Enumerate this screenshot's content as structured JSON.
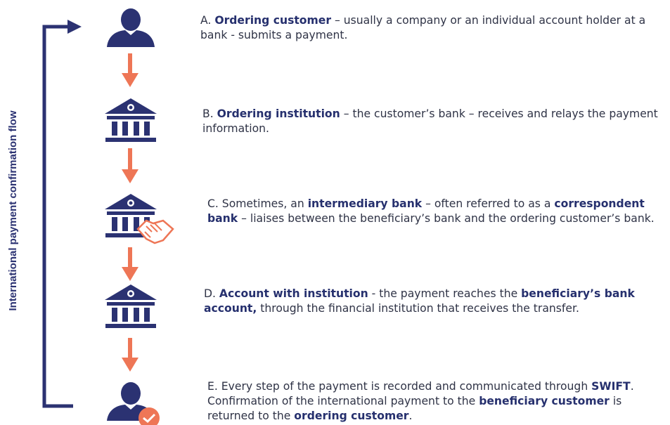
{
  "side_label": "International payment confirmation flow",
  "colors": {
    "navy": "#2b3272",
    "orange": "#ee7656",
    "text": "#2f3346"
  },
  "icons": [
    "person-icon",
    "bank-icon",
    "bank-handshake-icon",
    "bank-icon",
    "person-check-icon"
  ],
  "steps": [
    {
      "p1": "A. ",
      "b1": "Ordering customer",
      "p2": " – usually a company or an individual account holder at a bank - submits a payment."
    },
    {
      "p1": "B. ",
      "b1": "Ordering institution",
      "p2": " – the customer’s bank – receives and relays the payment information."
    },
    {
      "p1": "C. Sometimes, an ",
      "b1": "intermediary bank",
      "p2": " – often referred to as a ",
      "b2": "correspondent bank",
      "p3": " – liaises between the beneficiary’s bank and the ordering customer’s bank."
    },
    {
      "p1": "D. ",
      "b1": "Account with institution",
      "p2": " - the payment reaches the ",
      "b2": "beneficiary’s bank account,",
      "p3": " through the financial institution that receives the transfer."
    },
    {
      "p1": "E. Every step of the payment is recorded and communicated through ",
      "b1": "SWIFT",
      "p2": ". Confirmation of the international payment to the ",
      "b2": "beneficiary customer",
      "p3": " is returned to the ",
      "b3": "ordering customer",
      "p4": "."
    }
  ]
}
